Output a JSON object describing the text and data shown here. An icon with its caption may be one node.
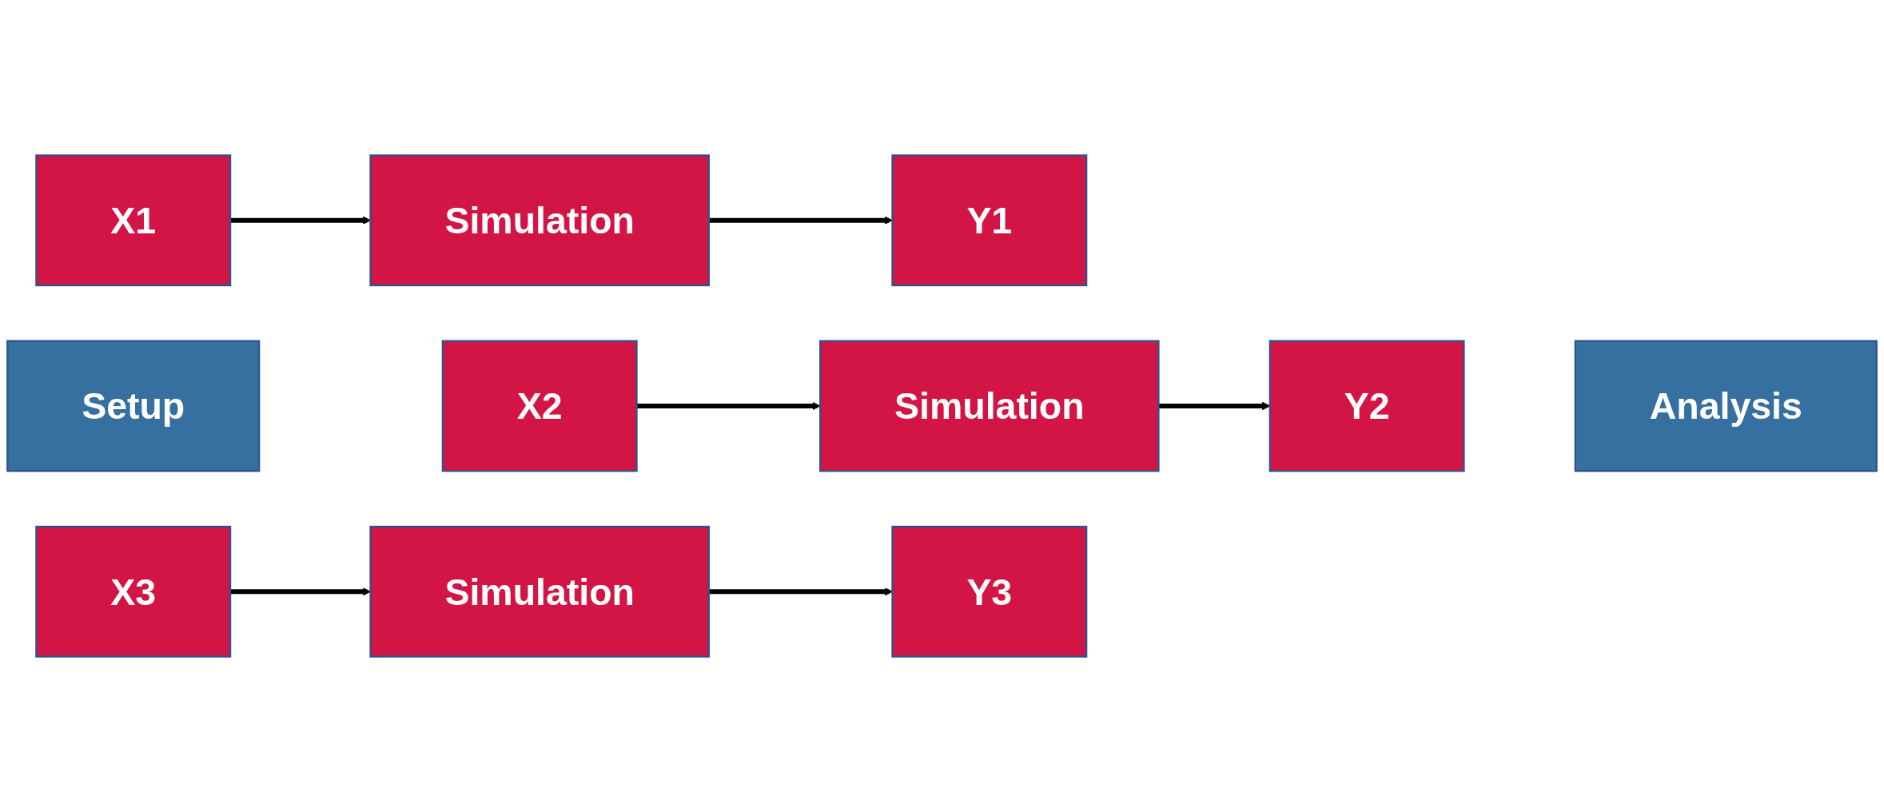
{
  "diagram": {
    "nodes": [
      {
        "text": [
          "Setup"
        ]
      },
      {
        "text": [
          "X1"
        ]
      },
      {
        "text": [
          "Simulation"
        ]
      },
      {
        "text": [
          "Y1"
        ]
      },
      {
        "text": [
          "X2"
        ]
      },
      {
        "text": [
          "Simulation"
        ]
      },
      {
        "text": [
          "Y2"
        ]
      },
      {
        "text": [
          "X3"
        ]
      },
      {
        "text": [
          "Simulation"
        ]
      },
      {
        "text": [
          "Y3"
        ]
      },
      {
        "text": [
          "Analysis"
        ]
      }
    ],
    "edges": [
      {
        "from": 1,
        "to": 2,
        "arrow": "to"
      },
      {
        "from": 2,
        "to": 3,
        "arrow": "to"
      },
      {
        "from": 4,
        "to": 5,
        "arrow": "to"
      },
      {
        "from": 5,
        "to": 6,
        "arrow": "to"
      },
      {
        "from": 7,
        "to": 8,
        "arrow": "to"
      },
      {
        "from": 8,
        "to": 9,
        "arrow": "to"
      }
    ]
  }
}
